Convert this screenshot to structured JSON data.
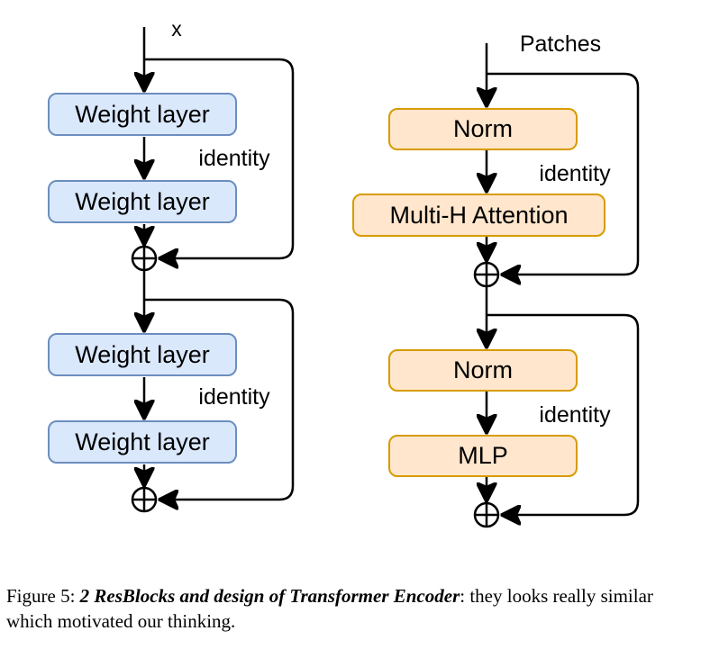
{
  "figure": {
    "left_diagram": {
      "input_label": "x",
      "boxes": [
        "Weight layer",
        "Weight layer",
        "Weight layer",
        "Weight layer"
      ],
      "identity_labels": [
        "identity",
        "identity"
      ]
    },
    "right_diagram": {
      "input_label": "Patches",
      "boxes": [
        "Norm",
        "Multi-H Attention",
        "Norm",
        "MLP"
      ],
      "identity_labels": [
        "identity",
        "identity"
      ]
    },
    "caption": {
      "prefix": "Figure 5: ",
      "emphasis": "2 ResBlocks and design of Transformer Encoder",
      "suffix": ": they looks really similar which motivated our thinking."
    },
    "icons": {
      "add": "circle-plus",
      "arrow": "solid-triangle-arrowhead"
    }
  },
  "colors": {
    "resblock_fill": "#dae8fc",
    "resblock_border": "#6c8ebf",
    "encoder_fill": "#ffe6cc",
    "encoder_border": "#d79b00",
    "line": "#000000",
    "text": "#000000",
    "background": "#ffffff"
  }
}
